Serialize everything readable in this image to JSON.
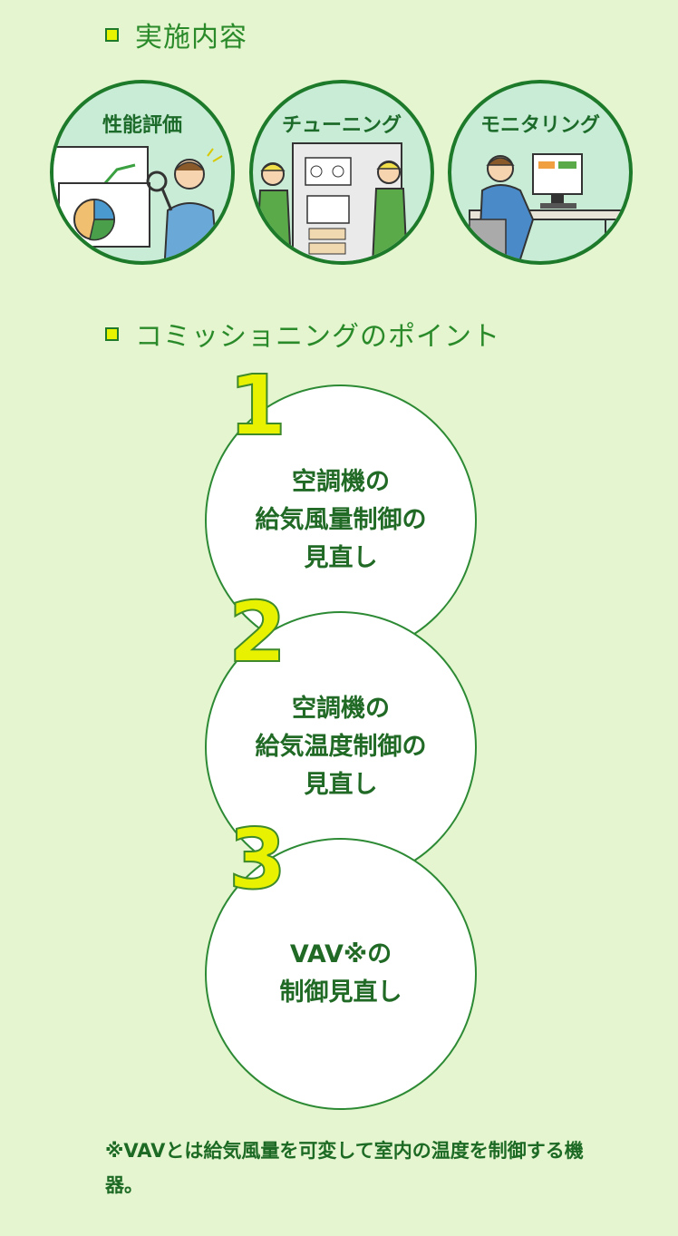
{
  "section1": {
    "title": "実施内容"
  },
  "illustrations": [
    {
      "label": "性能評価",
      "icon": "performance-evaluation-icon"
    },
    {
      "label": "チューニング",
      "icon": "tuning-icon"
    },
    {
      "label": "モニタリング",
      "icon": "monitoring-icon"
    }
  ],
  "section2": {
    "title": "コミッショニングのポイント"
  },
  "points": [
    {
      "number": "1",
      "text": "空調機の\n給気風量制御の\n見直し"
    },
    {
      "number": "2",
      "text": "空調機の\n給気温度制御の\n見直し"
    },
    {
      "number": "3",
      "text": "VAV※の\n制御見直し"
    }
  ],
  "footnote": "※VAVとは給気風量を可変して室内の温度を制御する機器。",
  "colors": {
    "background": "#e4f5cf",
    "accent": "#1f7a2a",
    "number_fill": "#e8f200"
  }
}
